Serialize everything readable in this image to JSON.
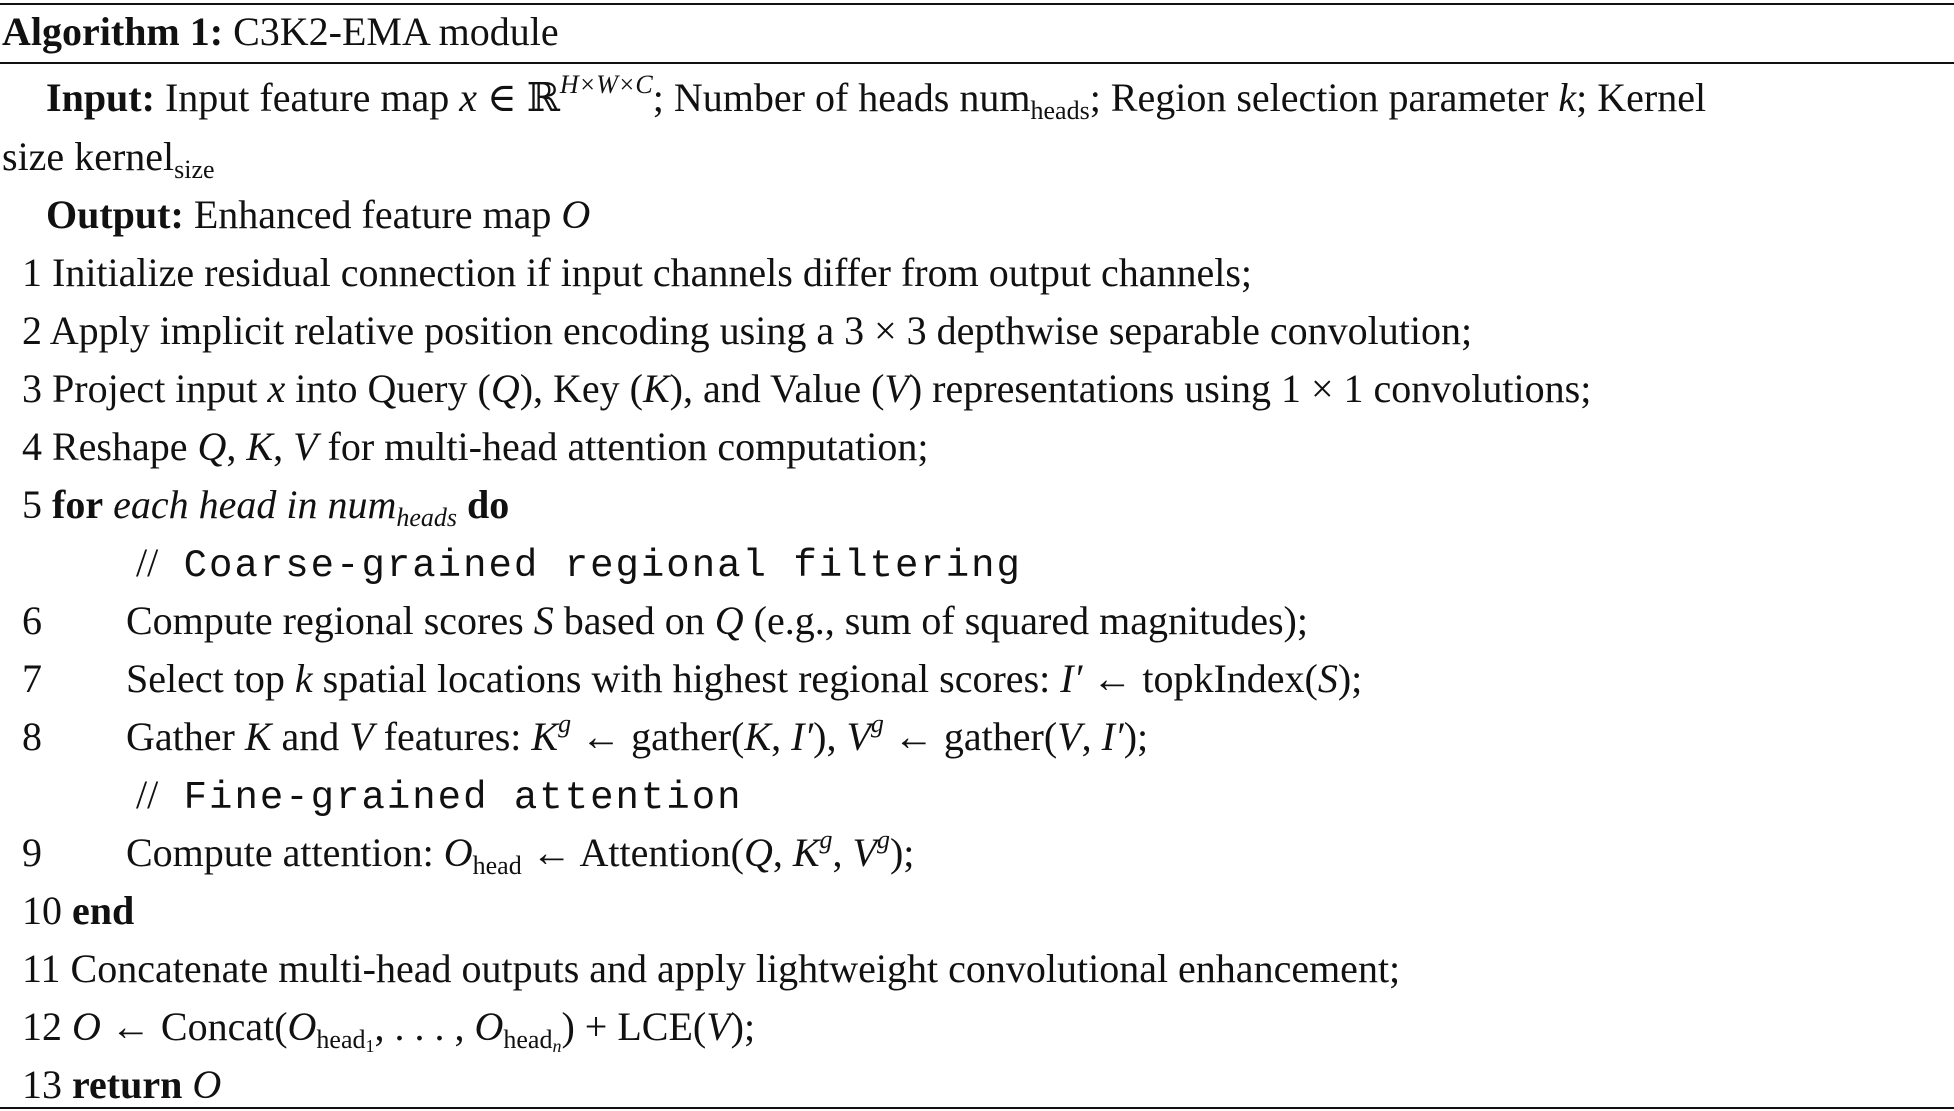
{
  "algorithm": {
    "label": "Algorithm 1:",
    "title": "C3K2-EMA module"
  },
  "input": {
    "label": "Input:",
    "t1": "Input feature map ",
    "x": "x",
    "in_sym": " ∈ ℝ",
    "dims": "H×W×C",
    "t2": "; Number of heads num",
    "heads_sub": "heads",
    "t3": "; Region selection parameter ",
    "k": "k",
    "t4": "; Kernel",
    "wrap": "size kernel",
    "size_sub": "size"
  },
  "output": {
    "label": "Output:",
    "t1": "Enhanced feature map ",
    "O": "O"
  },
  "steps": {
    "s1": {
      "n": "1",
      "text": "Initialize residual connection if input channels differ from output channels;"
    },
    "s2": {
      "n": "2",
      "text": "Apply implicit relative position encoding using a 3 × 3 depthwise separable convolution;"
    },
    "s3": {
      "n": "3",
      "a": "Project input ",
      "x": "x",
      "b": " into Query (",
      "Q": "Q",
      "c": "), Key (",
      "K": "K",
      "d": "), and Value (",
      "V": "V",
      "e": ") representations using 1 × 1 convolutions;"
    },
    "s4": {
      "n": "4",
      "a": "Reshape ",
      "Q": "Q",
      "c1": ", ",
      "K": "K",
      "c2": ", ",
      "V": "V",
      "b": " for multi-head attention computation;"
    },
    "s5": {
      "n": "5",
      "for": "for",
      "each": " each head in num",
      "heads_sub": "heads",
      "do": " do"
    },
    "c1": {
      "slash": "//",
      "text": " Coarse-grained regional filtering"
    },
    "s6": {
      "n": "6",
      "a": "Compute regional scores ",
      "S": "S",
      "b": " based on ",
      "Q": "Q",
      "c": " (e.g., sum of squared magnitudes);"
    },
    "s7": {
      "n": "7",
      "a": "Select top ",
      "k": "k",
      "b": " spatial locations with highest regional scores: ",
      "I": "I′",
      "c": " ← topkIndex(",
      "S": "S",
      "d": ");"
    },
    "s8": {
      "n": "8",
      "a": "Gather ",
      "K": "K",
      "b": " and ",
      "V": "V",
      "c": " features: ",
      "K2": "K",
      "g1": "g",
      "d": " ← gather(",
      "K3": "K",
      "e": ", ",
      "I": "I′",
      "f": "), ",
      "V2": "V",
      "g2": "g",
      "h": " ← gather(",
      "V3": "V",
      "i": ", ",
      "I2": "I′",
      "j": ");"
    },
    "c2": {
      "slash": "//",
      "text": " Fine-grained attention"
    },
    "s9": {
      "n": "9",
      "a": "Compute attention: ",
      "O": "O",
      "head_sub": "head",
      "b": " ← Attention(",
      "Q": "Q",
      "c": ", ",
      "K": "K",
      "g1": "g",
      "d": ", ",
      "V": "V",
      "g2": "g",
      "e": ");"
    },
    "s10": {
      "n": "10",
      "end": "end"
    },
    "s11": {
      "n": "11",
      "text": "Concatenate multi-head outputs and apply lightweight convolutional enhancement;"
    },
    "s12": {
      "n": "12",
      "O": "O",
      "a": " ← Concat(",
      "O1": "O",
      "h1": "head",
      "one": "1",
      "dots": ", . . . , ",
      "O2": "O",
      "h2": "head",
      "nsub": "n",
      "b": ") + LCE(",
      "V": "V",
      "c": ");"
    },
    "s13": {
      "n": "13",
      "ret": "return",
      "O": "O"
    }
  }
}
